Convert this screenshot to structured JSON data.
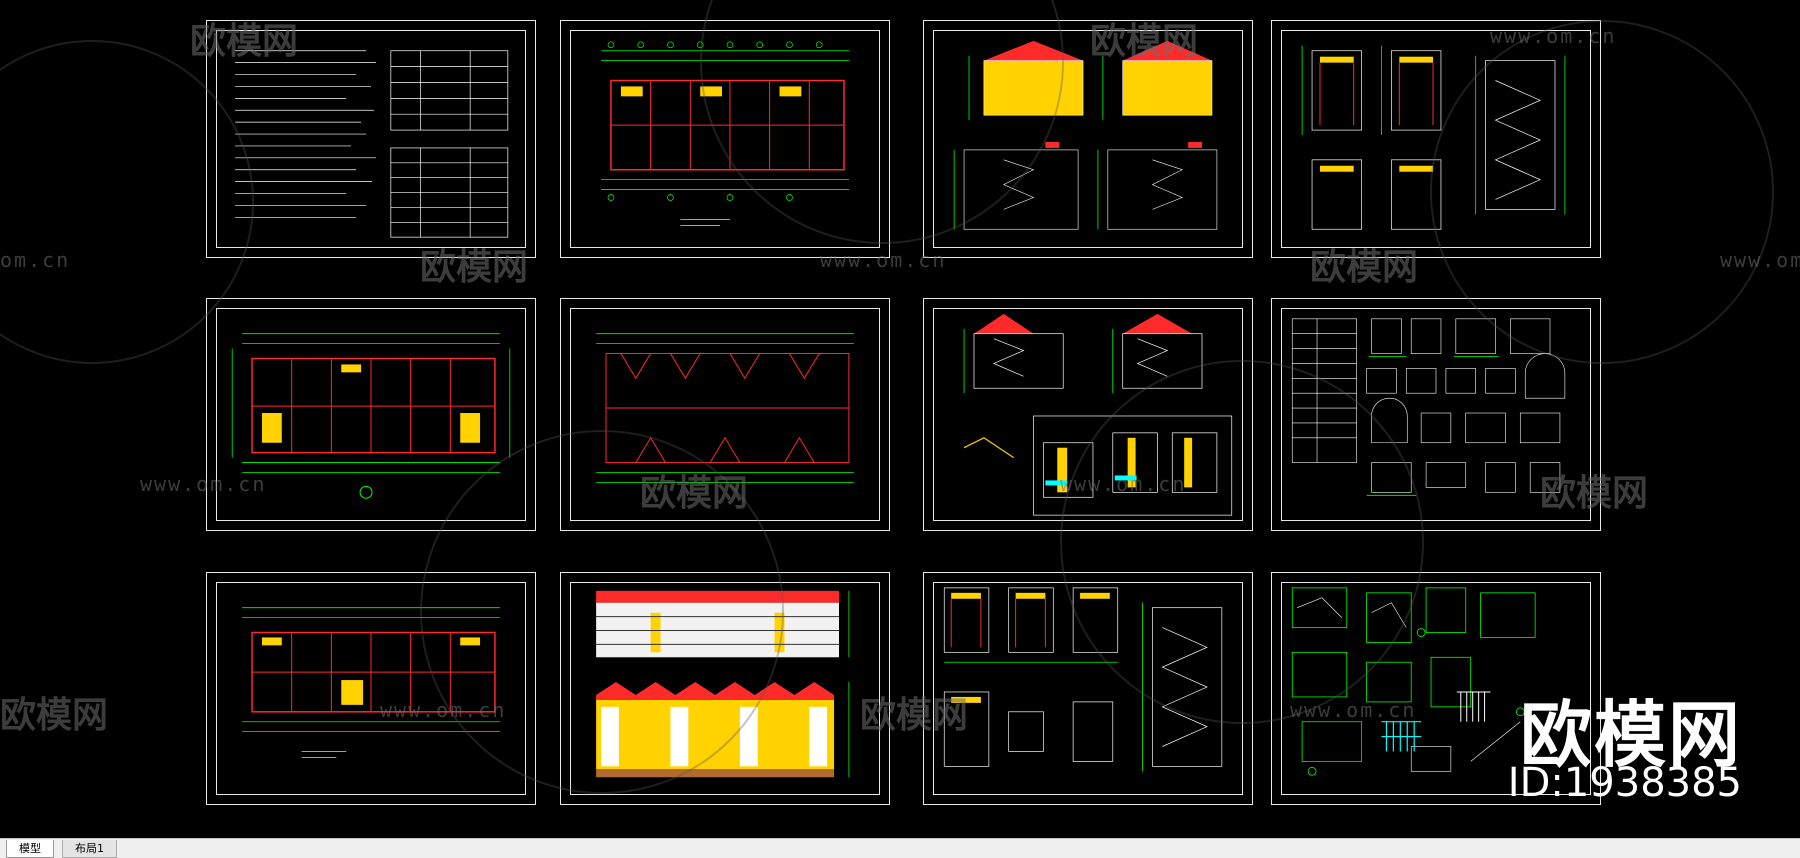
{
  "watermark": {
    "brand": "欧模网",
    "domain": "www.om.cn",
    "domain_short": "om.cn",
    "id_label": "ID:1938385"
  },
  "tabs": [
    {
      "label": "模型",
      "active": true
    },
    {
      "label": "布局1",
      "active": false
    }
  ],
  "colors": {
    "background": "#000000",
    "frame": "#e8e8e8",
    "dimension": "#00ff00",
    "wall": "#ff2a2a",
    "fill": "#ffd200",
    "detail": "#00ffff",
    "line": "#ffffff",
    "watermark": "#6e6e6e"
  }
}
